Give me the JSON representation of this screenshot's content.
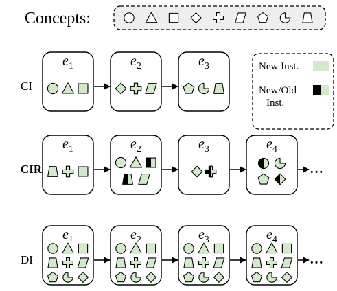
{
  "colors": {
    "new_fill": "#d4e8cc",
    "stroke": "#000000",
    "concept_bar_fill": "#eeeeee",
    "legend_fill": "#ffffff"
  },
  "concepts": {
    "label": "Concepts:",
    "shapes": [
      "circle",
      "triangle",
      "square",
      "diamond",
      "cross",
      "parallelogram",
      "pentagon",
      "pacman",
      "trapezoid"
    ]
  },
  "legend": {
    "new_label": "New Inst.",
    "mix_label_line1": "New/Old",
    "mix_label_line2": "Inst."
  },
  "episode_symbol": "e",
  "ellipsis": "…",
  "rows": [
    {
      "id": "ci",
      "label": "CI",
      "label_bold": false,
      "continues": false,
      "episodes": [
        {
          "index": "1",
          "items": [
            {
              "shape": "circle",
              "fill": "new"
            },
            {
              "shape": "triangle",
              "fill": "new"
            },
            {
              "shape": "square",
              "fill": "new"
            }
          ]
        },
        {
          "index": "2",
          "items": [
            {
              "shape": "diamond",
              "fill": "new"
            },
            {
              "shape": "cross",
              "fill": "new"
            },
            {
              "shape": "parallelogram",
              "fill": "new"
            }
          ]
        },
        {
          "index": "3",
          "items": [
            {
              "shape": "pentagon",
              "fill": "new"
            },
            {
              "shape": "pacman",
              "fill": "new"
            },
            {
              "shape": "trapezoid",
              "fill": "new"
            }
          ]
        }
      ]
    },
    {
      "id": "cir",
      "label": "CIR",
      "label_bold": true,
      "continues": true,
      "episodes": [
        {
          "index": "1",
          "items": [
            {
              "shape": "trapezoid",
              "fill": "new"
            },
            {
              "shape": "cross",
              "fill": "new"
            },
            {
              "shape": "square",
              "fill": "new"
            }
          ]
        },
        {
          "index": "2",
          "items": [
            {
              "shape": "circle",
              "fill": "new"
            },
            {
              "shape": "triangle",
              "fill": "new"
            },
            {
              "shape": "square",
              "fill": "mixed"
            },
            {
              "shape": "trapezoid",
              "fill": "mixed"
            },
            {
              "shape": "parallelogram",
              "fill": "new"
            }
          ]
        },
        {
          "index": "3",
          "items": [
            {
              "shape": "diamond",
              "fill": "new"
            },
            {
              "shape": "cross",
              "fill": "mixed"
            }
          ]
        },
        {
          "index": "4",
          "items": [
            {
              "shape": "circle",
              "fill": "mixed"
            },
            {
              "shape": "pacman",
              "fill": "new"
            },
            {
              "shape": "pentagon",
              "fill": "new"
            },
            {
              "shape": "diamond",
              "fill": "mixed"
            }
          ]
        }
      ]
    },
    {
      "id": "di",
      "label": "DI",
      "label_bold": false,
      "continues": true,
      "episodes": [
        {
          "index": "1",
          "items": [
            {
              "shape": "circle",
              "fill": "new"
            },
            {
              "shape": "triangle",
              "fill": "new"
            },
            {
              "shape": "square",
              "fill": "new"
            },
            {
              "shape": "trapezoid",
              "fill": "new"
            },
            {
              "shape": "cross",
              "fill": "new"
            },
            {
              "shape": "parallelogram",
              "fill": "new"
            },
            {
              "shape": "pentagon",
              "fill": "new"
            },
            {
              "shape": "pacman",
              "fill": "new"
            },
            {
              "shape": "diamond",
              "fill": "new"
            }
          ]
        },
        {
          "index": "2",
          "items": [
            {
              "shape": "circle",
              "fill": "new"
            },
            {
              "shape": "triangle",
              "fill": "new"
            },
            {
              "shape": "square",
              "fill": "new"
            },
            {
              "shape": "trapezoid",
              "fill": "new"
            },
            {
              "shape": "cross",
              "fill": "new"
            },
            {
              "shape": "parallelogram",
              "fill": "new"
            },
            {
              "shape": "pentagon",
              "fill": "new"
            },
            {
              "shape": "pacman",
              "fill": "new"
            },
            {
              "shape": "diamond",
              "fill": "new"
            }
          ]
        },
        {
          "index": "3",
          "items": [
            {
              "shape": "circle",
              "fill": "new"
            },
            {
              "shape": "triangle",
              "fill": "new"
            },
            {
              "shape": "square",
              "fill": "new"
            },
            {
              "shape": "trapezoid",
              "fill": "new"
            },
            {
              "shape": "cross",
              "fill": "new"
            },
            {
              "shape": "parallelogram",
              "fill": "new"
            },
            {
              "shape": "pentagon",
              "fill": "new"
            },
            {
              "shape": "pacman",
              "fill": "new"
            },
            {
              "shape": "diamond",
              "fill": "new"
            }
          ]
        },
        {
          "index": "4",
          "items": [
            {
              "shape": "circle",
              "fill": "new"
            },
            {
              "shape": "triangle",
              "fill": "new"
            },
            {
              "shape": "square",
              "fill": "new"
            },
            {
              "shape": "trapezoid",
              "fill": "new"
            },
            {
              "shape": "cross",
              "fill": "new"
            },
            {
              "shape": "parallelogram",
              "fill": "new"
            },
            {
              "shape": "pentagon",
              "fill": "new"
            },
            {
              "shape": "pacman",
              "fill": "new"
            },
            {
              "shape": "diamond",
              "fill": "new"
            }
          ]
        }
      ]
    }
  ]
}
